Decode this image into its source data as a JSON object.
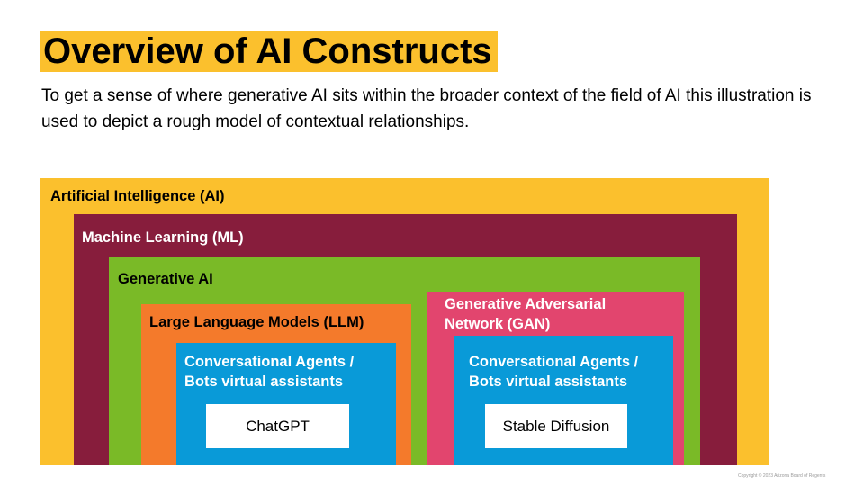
{
  "slide": {
    "title": "Overview of AI Constructs",
    "subtitle": "To get a sense of where generative AI sits within the broader context of the field of AI this illustration is used to depict a rough model of contextual relationships.",
    "copyright": "Copyright © 2023 Arizona Board of Regents"
  },
  "diagram": {
    "ai": {
      "label": "Artificial Intelligence (AI)",
      "color": "#fbc02d"
    },
    "ml": {
      "label": "Machine Learning (ML)",
      "color": "#871d3c"
    },
    "generative": {
      "label": "Generative AI",
      "color": "#7aba27"
    },
    "llm": {
      "label": "Large Language Models (LLM)",
      "color": "#f47a2b",
      "agents": {
        "label_line1": "Conversational Agents /",
        "label_line2": "Bots virtual assistants",
        "color": "#099ad8",
        "example": "ChatGPT"
      }
    },
    "gan": {
      "label_line1": "Generative Adversarial",
      "label_line2": "Network (GAN)",
      "color": "#e2456e",
      "agents": {
        "label_line1": "Conversational Agents /",
        "label_line2": "Bots virtual assistants",
        "color": "#099ad8",
        "example": "Stable Diffusion"
      }
    }
  }
}
